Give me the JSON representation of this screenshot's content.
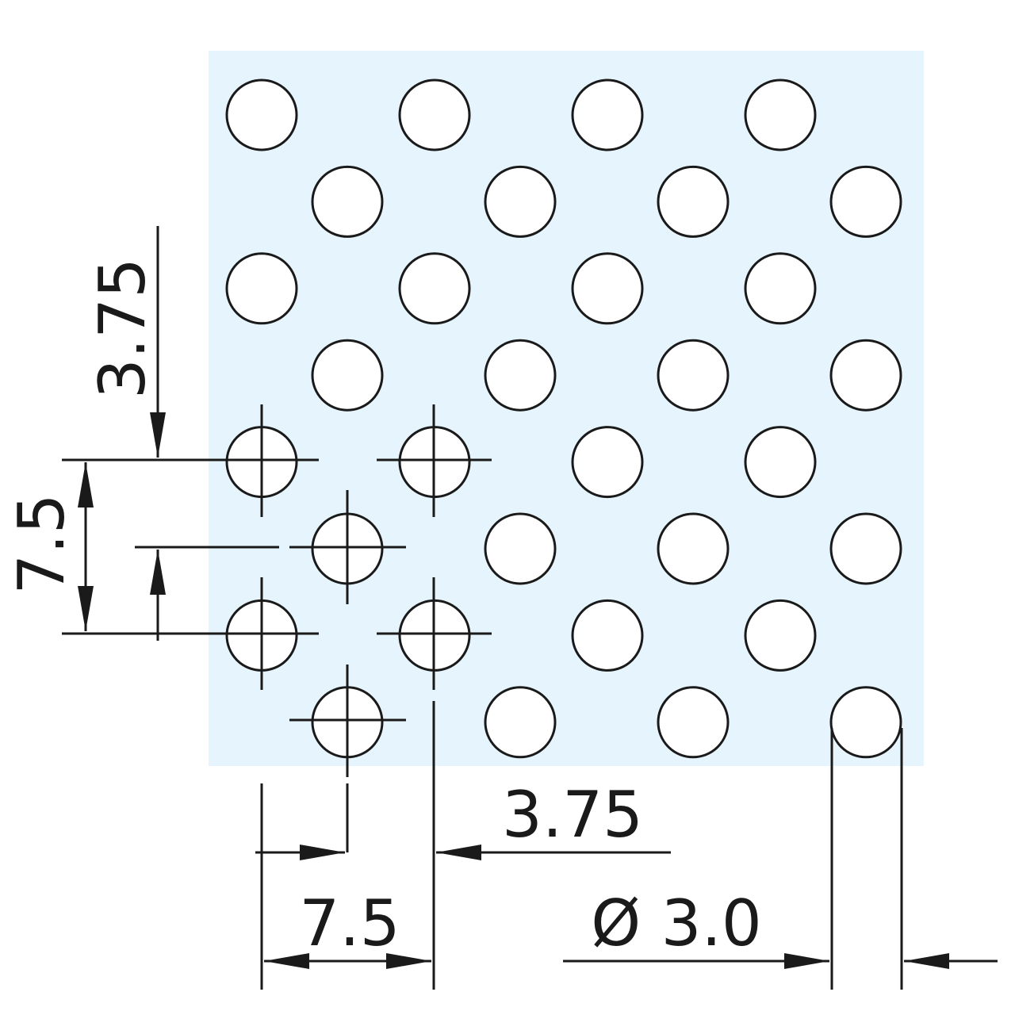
{
  "diagram": {
    "type": "perforated-plate-dimension-drawing",
    "pattern": "staggered round holes",
    "colors": {
      "plate": "#e6f5fd",
      "line": "#1a1a1a",
      "hole": "#ffffff"
    },
    "grid": {
      "rows": 8,
      "odd_row_columns": 4,
      "even_row_columns": 4,
      "even_row_offset": "half pitch"
    },
    "dimensions": {
      "vertical_offset_label": "3.75",
      "vertical_pitch_label": "7.5",
      "horizontal_offset_label": "3.75",
      "horizontal_pitch_label": "7.5",
      "diameter_label": "Ø 3.0"
    }
  }
}
